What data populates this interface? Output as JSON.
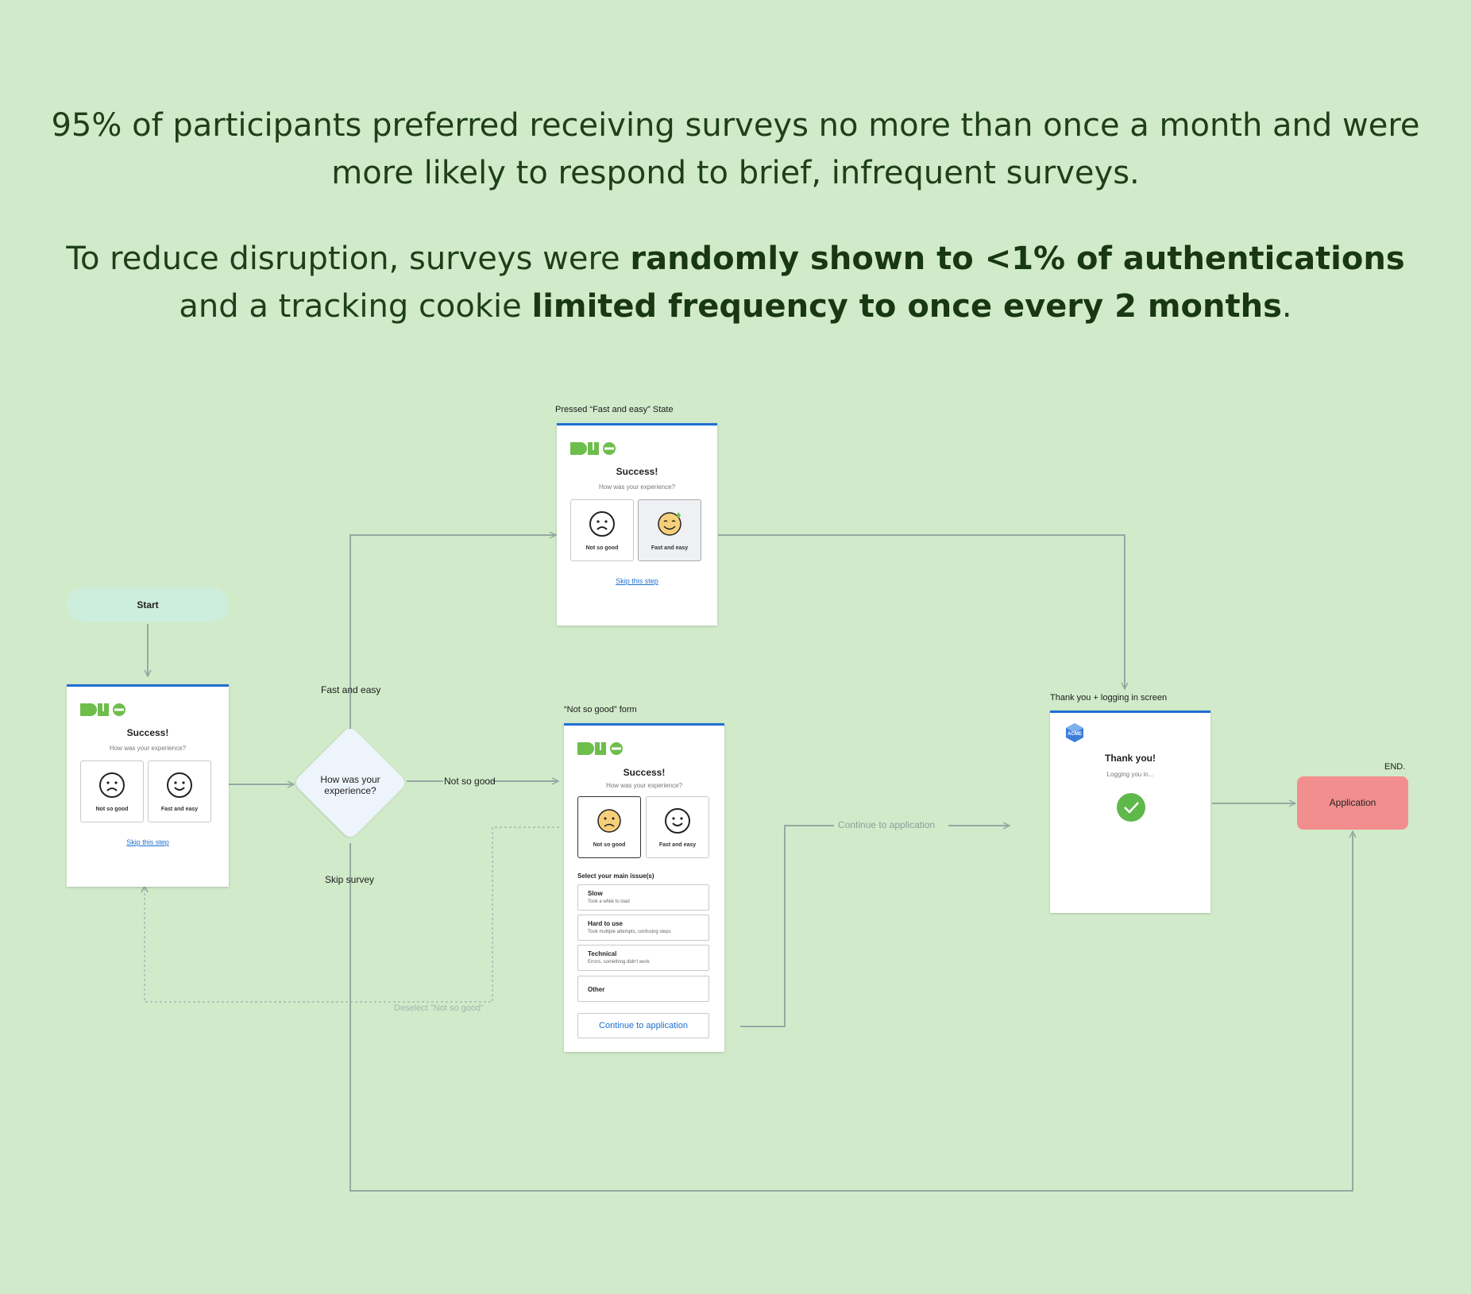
{
  "headline": {
    "p1": "95% of participants preferred receiving surveys no more than once a month and were more likely to respond to brief, infrequent surveys.",
    "p2_a": "To reduce disruption, surveys were ",
    "p2_b": "randomly shown to <1% of authentications",
    "p2_c": " and a tracking cookie ",
    "p2_d": "limited frequency to once every 2 months",
    "p2_e": "."
  },
  "flow": {
    "start": "Start",
    "decision": "How was your experience?",
    "edge_fast": "Fast and easy",
    "edge_not_good": "Not so good",
    "edge_skip": "Skip survey",
    "edge_continue": "Continue to application",
    "edge_deselect": "Deselect \"Not so good\"",
    "end_label": "END.",
    "application": "Application"
  },
  "cards": {
    "initial": {
      "logo": "DUO",
      "title": "Success!",
      "subtitle": "How was your experience?",
      "opt_bad": "Not so good",
      "opt_good": "Fast and easy",
      "skip": "Skip this step"
    },
    "pressed": {
      "caption": "Pressed “Fast and easy” State",
      "logo": "DUO",
      "title": "Success!",
      "subtitle": "How was your experience?",
      "opt_bad": "Not so good",
      "opt_good": "Fast and easy",
      "skip": "Skip this step"
    },
    "notgood": {
      "caption": "“Not so good” form",
      "logo": "DUO",
      "title": "Success!",
      "subtitle": "How was your experience?",
      "opt_bad": "Not so good",
      "opt_good": "Fast and easy",
      "issues_header": "Select your main issue(s)",
      "issues": [
        {
          "title": "Slow",
          "desc": "Took a while to load"
        },
        {
          "title": "Hard to use",
          "desc": "Took multiple attempts, confusing steps"
        },
        {
          "title": "Technical",
          "desc": "Errors, something didn't work"
        },
        {
          "title": "Other",
          "desc": ""
        }
      ],
      "continue": "Continue to application"
    },
    "thankyou": {
      "caption": "Thank you + logging in screen",
      "logo": "ACME",
      "title": "Thank you!",
      "subtitle": "Logging you in..."
    }
  },
  "colors": {
    "background": "#d1ebca",
    "duo_green": "#6dbe4b",
    "accent_blue": "#1f6fd1",
    "application_red": "#f28e8e",
    "connector": "#93a9a3"
  }
}
